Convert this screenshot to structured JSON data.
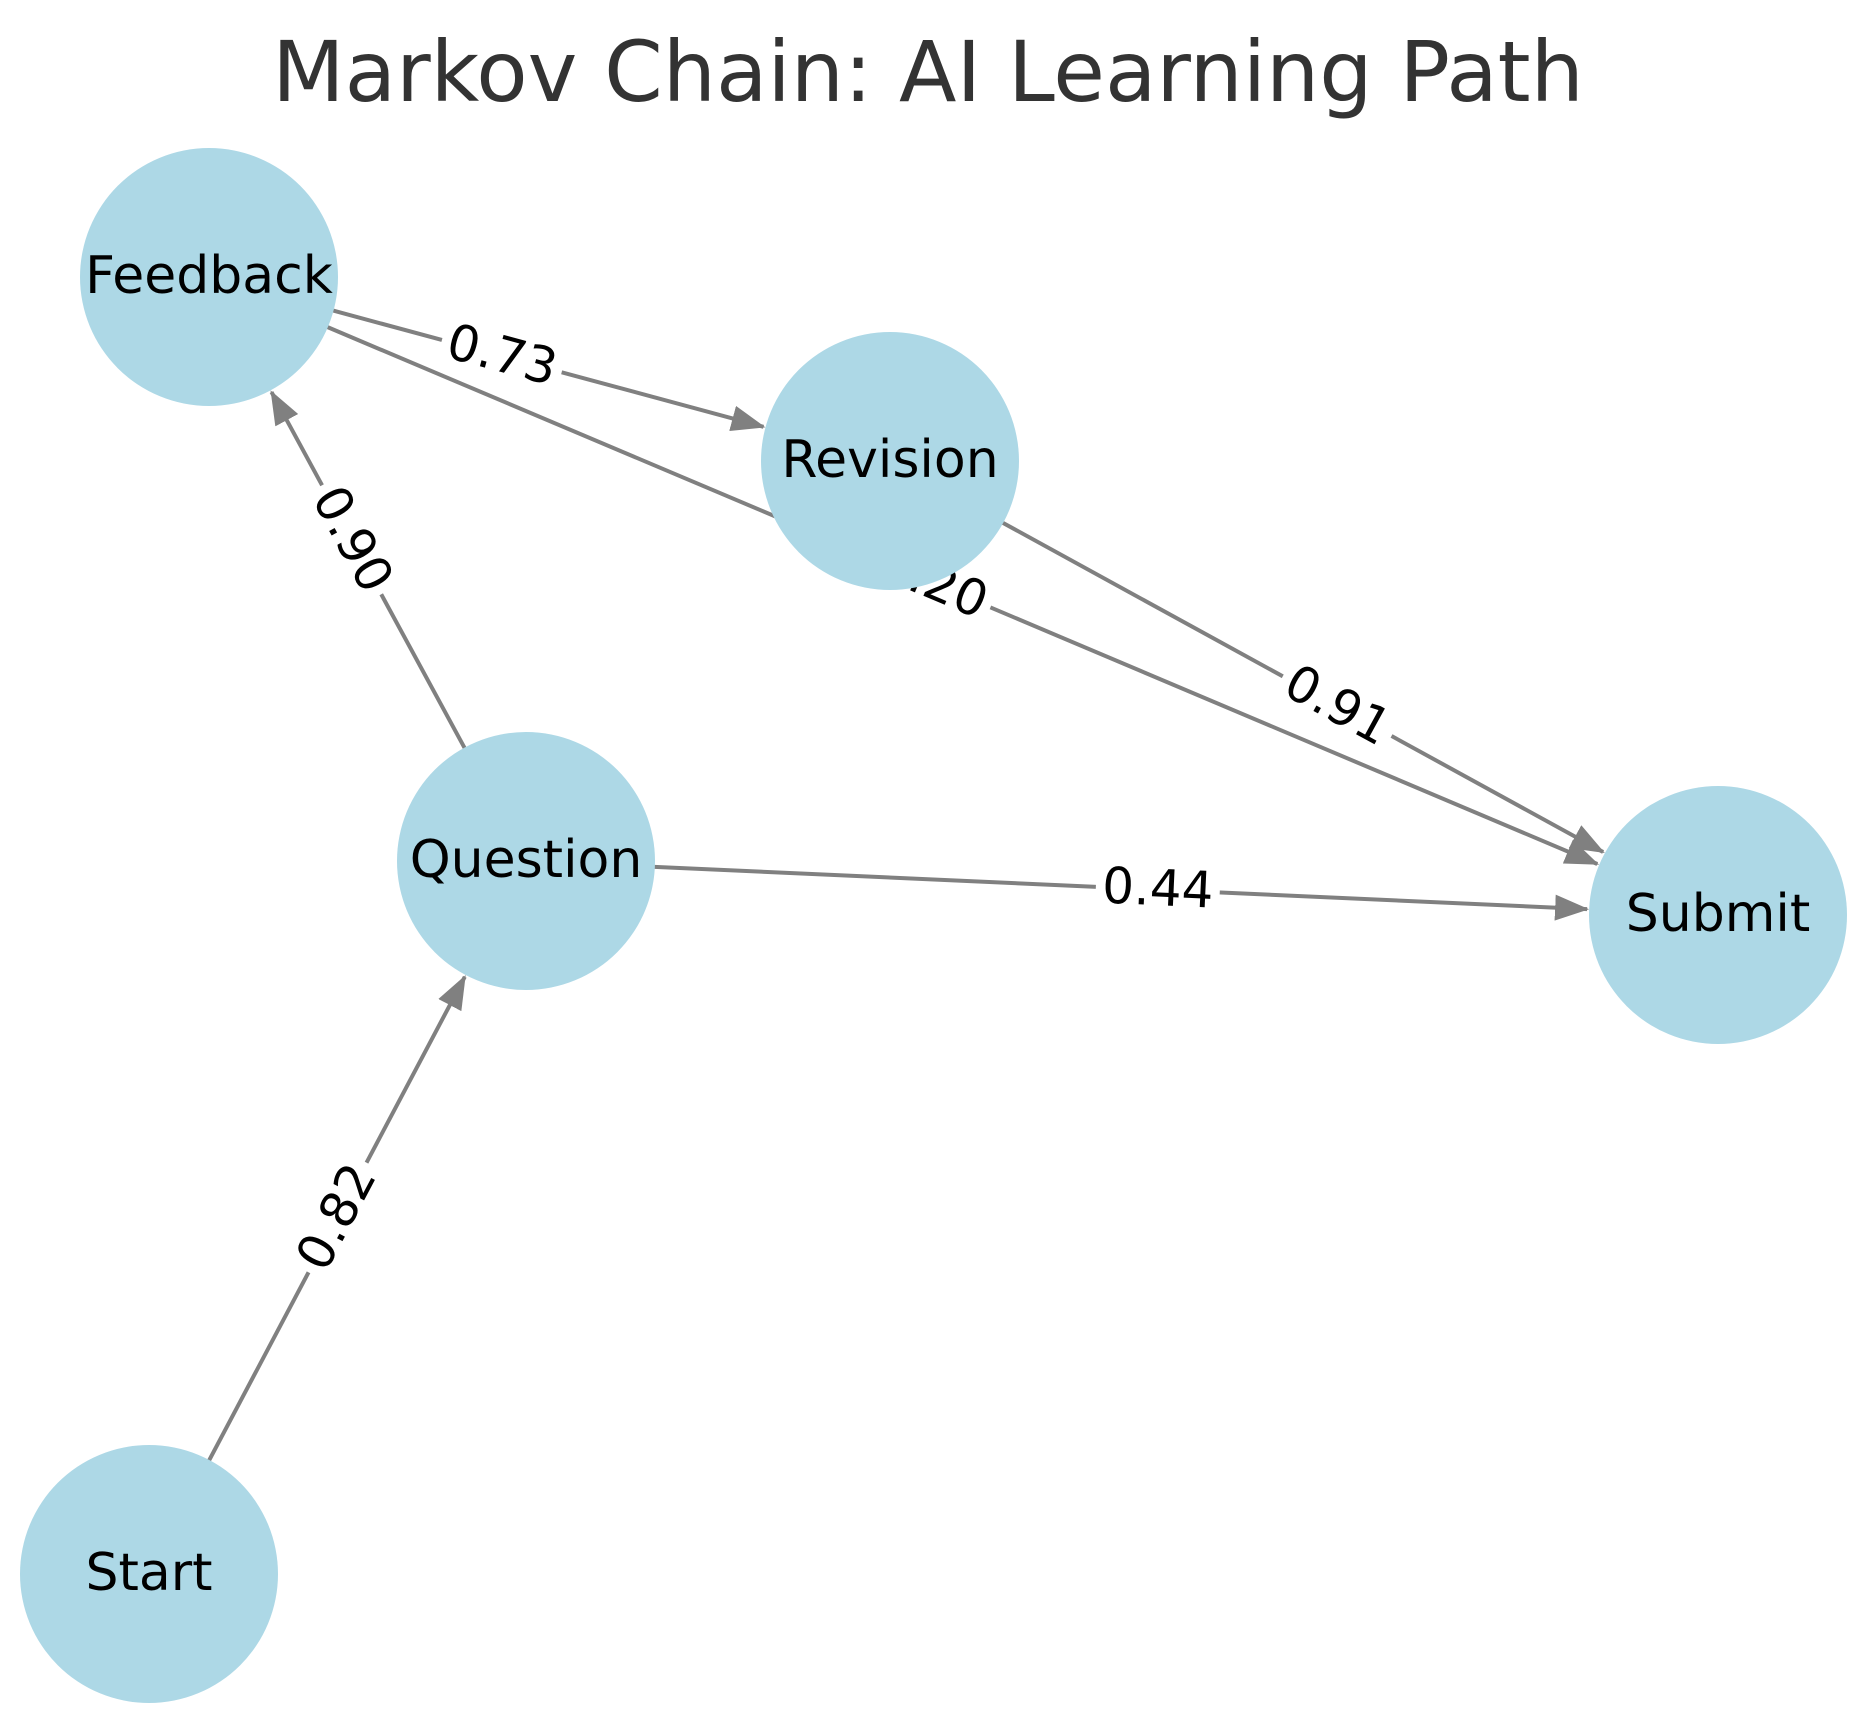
{
  "title": "Markov Chain: AI Learning Path",
  "colors": {
    "node_fill": "#ADD8E6",
    "edge": "#808080",
    "title": "#333333",
    "text": "#000000",
    "background": "#FFFFFF"
  },
  "nodes": [
    {
      "id": "start",
      "label": "Start"
    },
    {
      "id": "question",
      "label": "Question"
    },
    {
      "id": "feedback",
      "label": "Feedback"
    },
    {
      "id": "revision",
      "label": "Revision"
    },
    {
      "id": "submit",
      "label": "Submit"
    }
  ],
  "edges": [
    {
      "from": "start",
      "to": "question",
      "label": "0.82"
    },
    {
      "from": "question",
      "to": "feedback",
      "label": "0.90"
    },
    {
      "from": "question",
      "to": "submit",
      "label": "0.44"
    },
    {
      "from": "feedback",
      "to": "revision",
      "label": "0.73"
    },
    {
      "from": "feedback",
      "to": "submit",
      "label": "0.20"
    },
    {
      "from": "revision",
      "to": "submit",
      "label": "0.91"
    }
  ]
}
